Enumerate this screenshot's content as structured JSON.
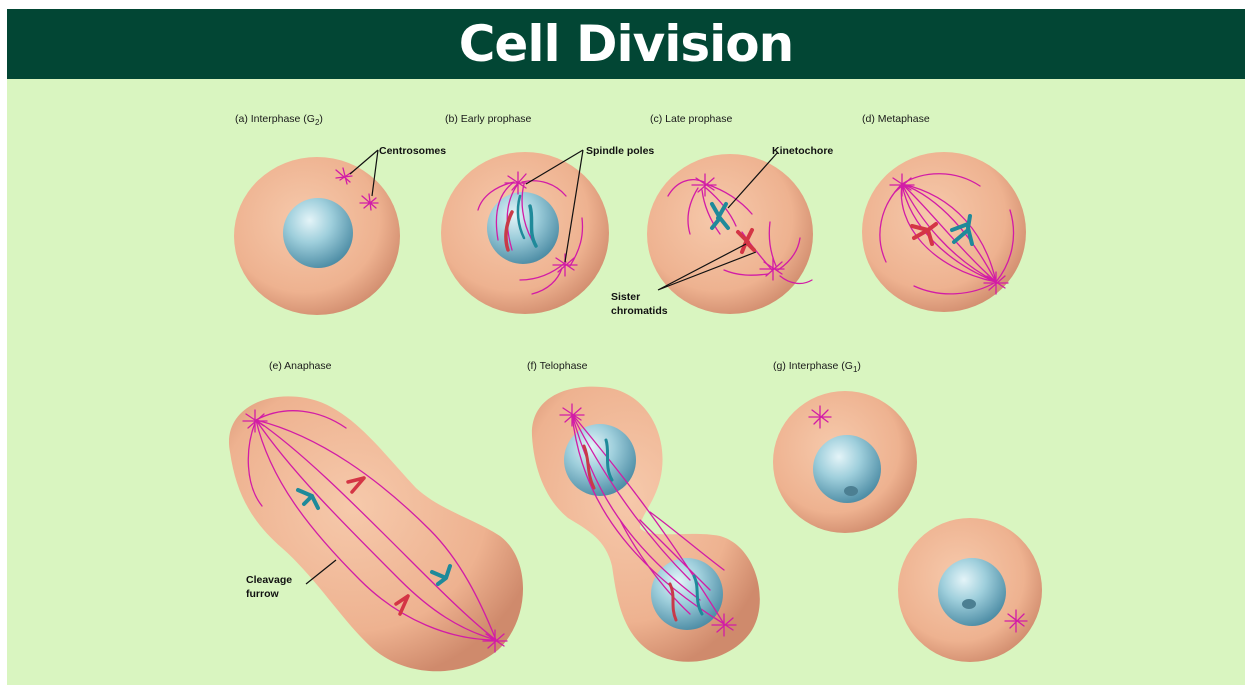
{
  "title": "Cell Division",
  "colors": {
    "header": "#024634",
    "background": "#d9f5c0",
    "cytoplasm": "#eeb290",
    "nucleus": "#8ec3d3",
    "spindle": "#d21ca6",
    "chromatid_red": "#c83a48",
    "chromatid_blue": "#1f8a9a"
  },
  "phases": {
    "a": "(a) Interphase (G",
    "a_sub": "2",
    "a_end": ")",
    "b": "(b) Early prophase",
    "c": "(c) Late prophase",
    "d": "(d) Metaphase",
    "e": "(e) Anaphase",
    "f": "(f) Telophase",
    "g": "(g) Interphase (G",
    "g_sub": "1",
    "g_end": ")"
  },
  "callouts": {
    "centrosomes": "Centrosomes",
    "spindle_poles": "Spindle poles",
    "kinetochore": "Kinetochore",
    "sister": "Sister",
    "chromatids": "chromatids",
    "cleavage": "Cleavage",
    "furrow": "furrow"
  }
}
